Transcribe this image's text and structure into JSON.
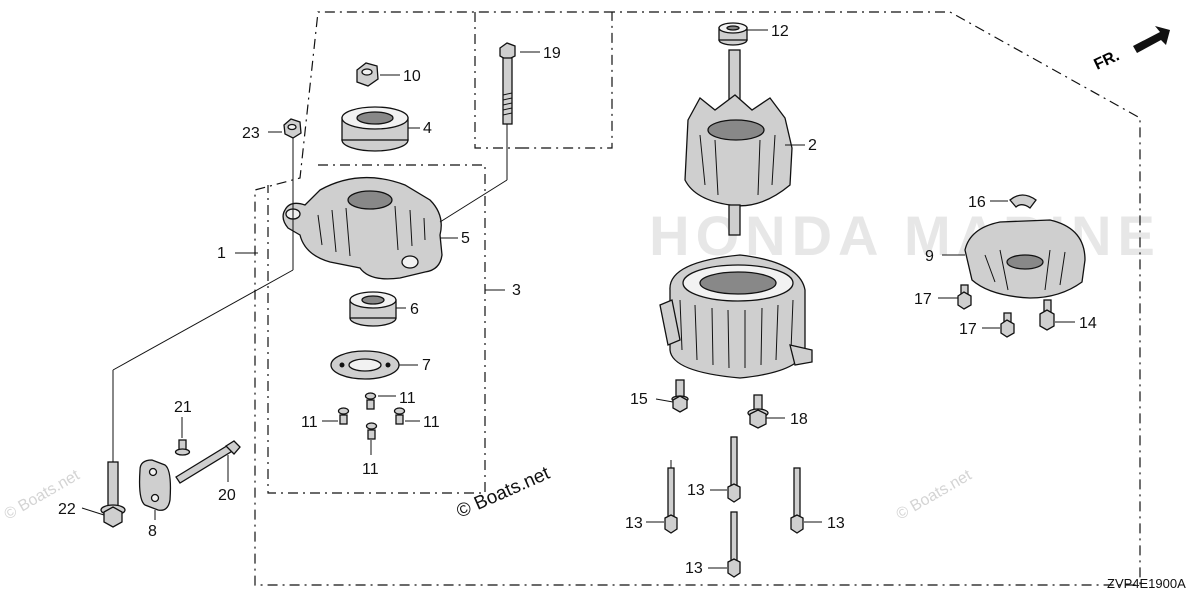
{
  "callouts": {
    "c1": "1",
    "c2": "2",
    "c3": "3",
    "c4": "4",
    "c5": "5",
    "c6": "6",
    "c7": "7",
    "c8": "8",
    "c9": "9",
    "c10": "10",
    "c11a": "11",
    "c11b": "11",
    "c11c": "11",
    "c11d": "11",
    "c12": "12",
    "c13a": "13",
    "c13b": "13",
    "c13c": "13",
    "c13d": "13",
    "c14": "14",
    "c15": "15",
    "c16": "16",
    "c17a": "17",
    "c17b": "17",
    "c18": "18",
    "c19": "19",
    "c20": "20",
    "c21": "21",
    "c22": "22",
    "c23": "23"
  },
  "direction_label": "FR.",
  "diagram_code": "ZVP4E1900A",
  "watermarks": {
    "center": "© Boats.net",
    "left": "© Boats.net",
    "right": "© Boats.net",
    "background_brand": "HONDA MARINE"
  }
}
